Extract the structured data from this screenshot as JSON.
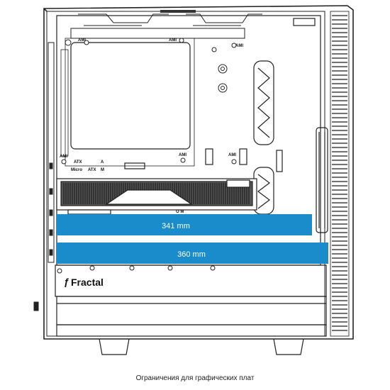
{
  "caption": "Ограничения для графических плат",
  "bars": [
    {
      "label": "341 mm",
      "value_mm": 341
    },
    {
      "label": "360 mm",
      "value_mm": 360
    }
  ],
  "brand": "Fractal",
  "board_labels": {
    "atx": "ATX",
    "micro": "Micro",
    "atx2": "ATX",
    "m": "M",
    "a": "A",
    "ami": "AMI",
    "om": "O M"
  },
  "colors": {
    "bar": "#1a8ccc",
    "line": "#222222",
    "panel": "#f4f4f4"
  }
}
